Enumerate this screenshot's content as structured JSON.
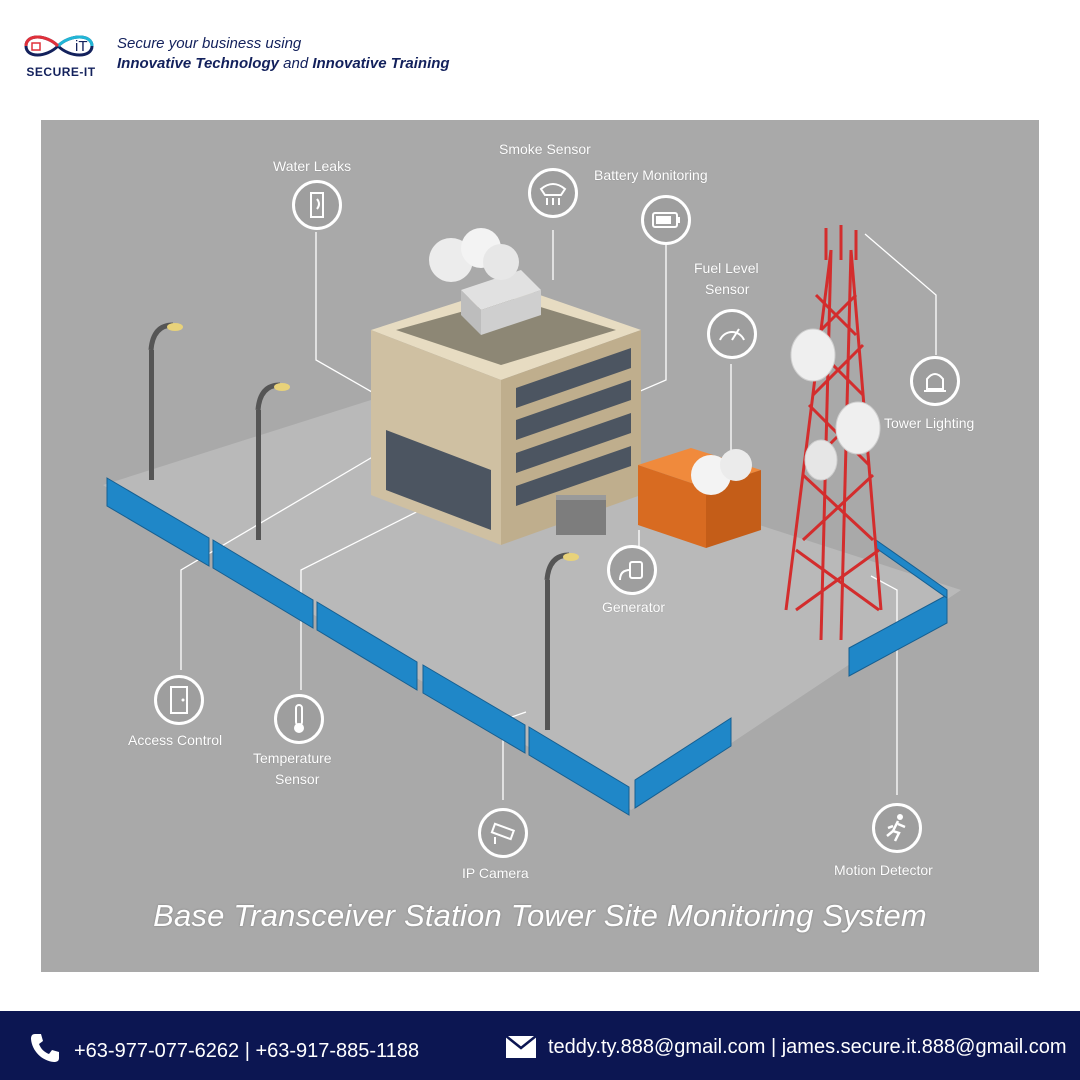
{
  "brand": {
    "logo_text": "SECURE-IT",
    "logo_mark": "iT",
    "tagline_line1": "Secure your business using",
    "tagline_b1": "Innovative Technology",
    "tagline_and": " and ",
    "tagline_b2": "Innovative Training",
    "colors": {
      "navy": "#13215c",
      "accent_red": "#e0303a",
      "accent_cyan": "#21b6d6"
    }
  },
  "diagram": {
    "caption": "Base Transceiver Station Tower Site Monitoring System",
    "labels": {
      "water_leaks": "Water Leaks",
      "smoke_sensor": "Smoke Sensor",
      "battery_monitoring": "Battery Monitoring",
      "fuel_level_1": "Fuel Level",
      "fuel_level_2": "Sensor",
      "tower_lighting": "Tower Lighting",
      "generator": "Generator",
      "access_control": "Access Control",
      "temperature_1": "Temperature",
      "temperature_2": "Sensor",
      "ip_camera": "IP Camera",
      "motion_detector": "Motion Detector"
    },
    "colors": {
      "background": "#a9a9a9",
      "fence": "#1f87c8",
      "tower": "#d32d2d",
      "building": "#cfc0a2"
    }
  },
  "footer": {
    "phones": "+63-977-077-6262  |  +63-917-885-1188",
    "emails": "teddy.ty.888@gmail.com  |  james.secure.it.888@gmail.com",
    "background": "#0c1652"
  }
}
